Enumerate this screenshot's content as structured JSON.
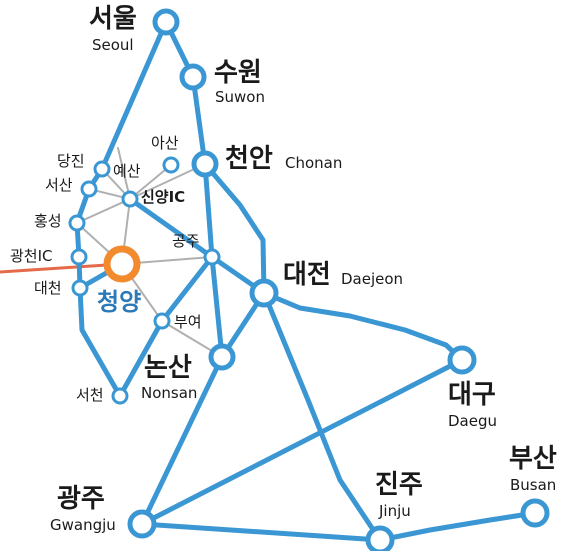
{
  "colors": {
    "highway": "#3b97d3",
    "local_road": "#b0b0b0",
    "focus_route": "#e56a4a",
    "focus_node": "#f28a2e",
    "focus_label": "#2c79b8",
    "text": "#1a1a1a"
  },
  "cities": {
    "seoul": {
      "ko": "서울",
      "en": "Seoul"
    },
    "suwon": {
      "ko": "수원",
      "en": "Suwon"
    },
    "chonan": {
      "ko": "천안",
      "en": "Chonan"
    },
    "daejeon": {
      "ko": "대전",
      "en": "Daejeon"
    },
    "nonsan": {
      "ko": "논산",
      "en": "Nonsan"
    },
    "daegu": {
      "ko": "대구",
      "en": "Daegu"
    },
    "busan": {
      "ko": "부산",
      "en": "Busan"
    },
    "jinju": {
      "ko": "진주",
      "en": "Jinju"
    },
    "gwangju": {
      "ko": "광주",
      "en": "Gwangju"
    }
  },
  "towns": {
    "asan": "아산",
    "dangjin": "당진",
    "yesan": "예산",
    "seosan": "서산",
    "sinyang_ic": "신양IC",
    "hongseong": "홍성",
    "gongju": "공주",
    "gwangcheon_ic": "광천IC",
    "daecheon": "대천",
    "buyeo": "부여",
    "seocheon": "서천"
  },
  "focus": {
    "ko": "청양"
  }
}
